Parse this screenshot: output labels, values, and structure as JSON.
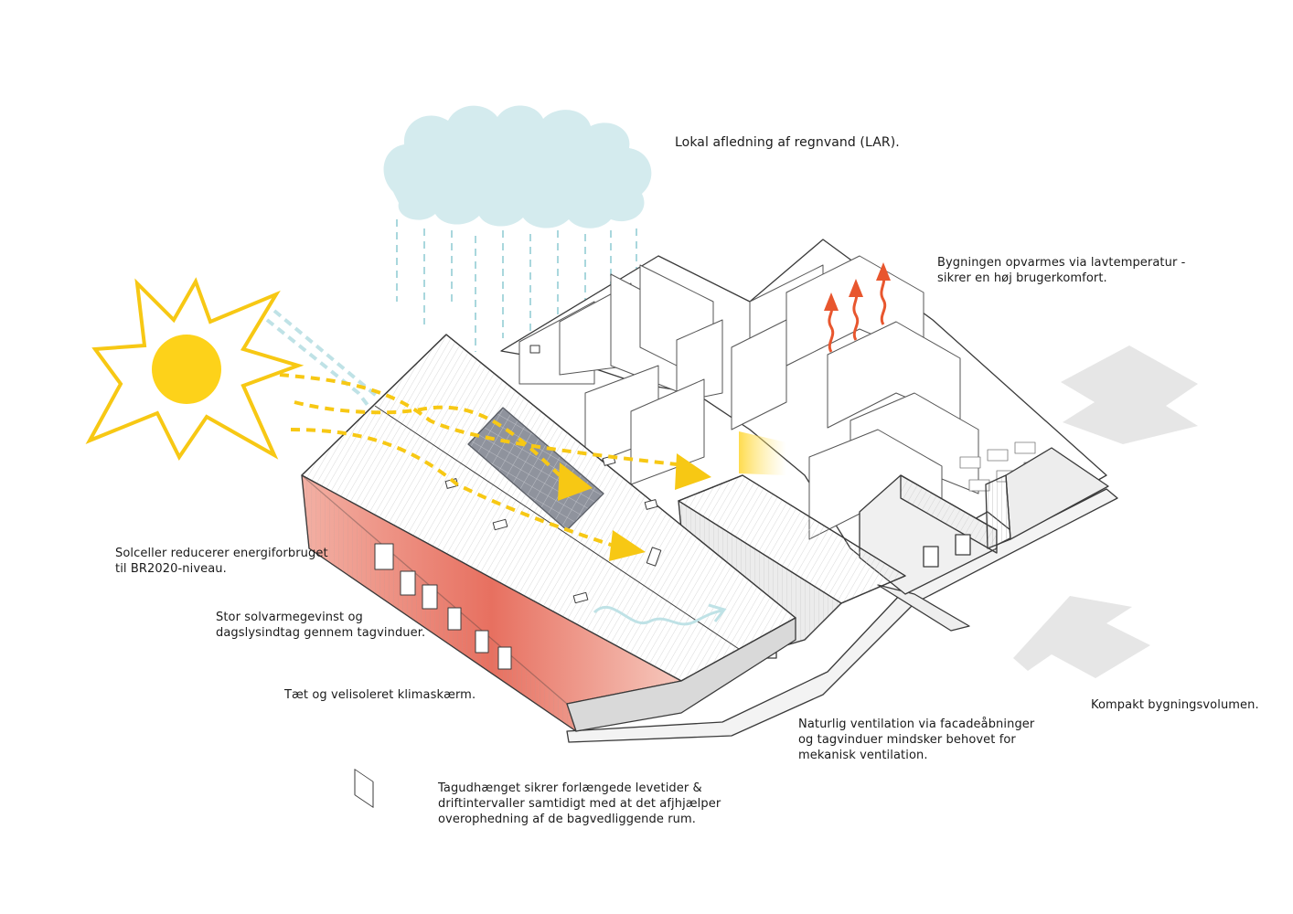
{
  "annotations": {
    "rainwater": {
      "lines": [
        "Lokal afledning af regnvand (LAR)."
      ]
    },
    "heating": {
      "lines": [
        "Bygningen opvarmes via lavtemperatur -",
        "sikrer en høj brugerkomfort."
      ]
    },
    "solar_cells": {
      "lines": [
        "Solceller reducerer energiforbruget",
        "til BR2020-niveau."
      ]
    },
    "solar_gain": {
      "lines": [
        "Stor solvarmegevinst og",
        "dagslysindtag gennem tagvinduer."
      ]
    },
    "envelope": {
      "lines": [
        "Tæt og velisoleret klimaskærm."
      ]
    },
    "ventilation": {
      "lines": [
        "Naturlig ventilation via facadeåbninger",
        "og tagvinduer mindsker behovet for",
        "mekanisk ventilation."
      ]
    },
    "compact": {
      "lines": [
        "Kompakt bygningsvolumen."
      ]
    },
    "roof_overhang": {
      "lines": [
        "Tagudhænget sikrer forlængede levetider &",
        "driftintervaller samtidigt med  at det afjhjælper",
        "overophedning af de bagvedliggende rum."
      ]
    }
  },
  "colors": {
    "sun": "#f7c814",
    "sun_core": "#fdd21a",
    "cloud": "#d4ebee",
    "rain": "#a9d7dd",
    "heat_arrow": "#e8562e",
    "wall_warm": "#e77060",
    "panel": "#8f939d",
    "wind_arrow": "#e6e6e6",
    "line": "#3a3a3a"
  },
  "icons": [
    "sun-icon",
    "cloud-icon",
    "rain-icon",
    "solar-panel-icon",
    "heat-arrow-icon",
    "wind-arrow-icon",
    "airflow-icon"
  ]
}
